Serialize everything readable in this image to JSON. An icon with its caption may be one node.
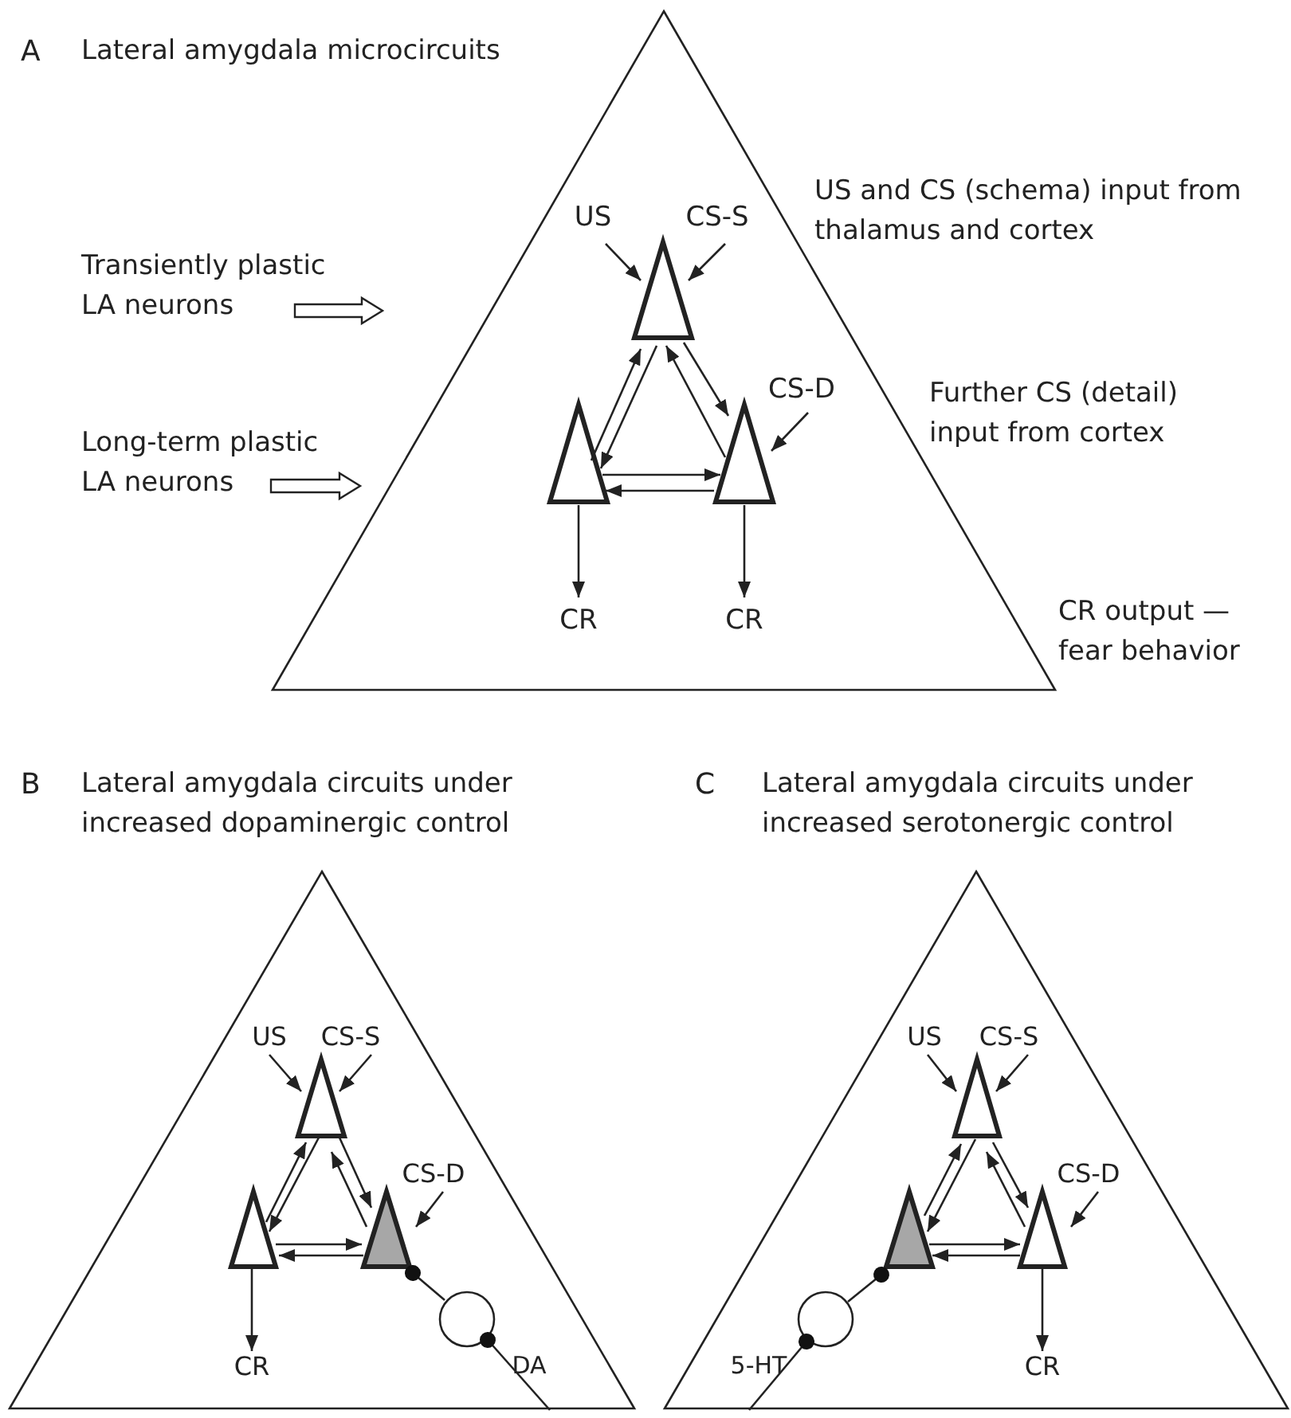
{
  "diagram": {
    "nodes": [
      {
        "text": [],
        "shape": "triangle"
      },
      {
        "text": [
          "Transiently plastic LA neurons"
        ]
      },
      {
        "text": [
          "Long-term plastic LA neurons"
        ]
      },
      {
        "text": [
          "US"
        ],
        "in": 0
      },
      {
        "text": [
          "CS-S"
        ],
        "in": 0
      },
      {
        "text": [],
        "shape": "triangle",
        "in": 0
      },
      {
        "text": [
          "CS-D"
        ],
        "in": 0
      },
      {
        "text": [],
        "shape": "triangle",
        "in": 0
      },
      {
        "text": [],
        "shape": "triangle",
        "in": 0
      },
      {
        "text": [
          "CR"
        ],
        "in": 0
      },
      {
        "text": [
          "CR"
        ],
        "in": 0
      },
      {
        "text": [],
        "shape": "triangle"
      },
      {
        "text": [
          "US"
        ],
        "in": 11
      },
      {
        "text": [
          "CS-S"
        ],
        "in": 11
      },
      {
        "text": [],
        "shape": "triangle",
        "in": 11
      },
      {
        "text": [
          "CS-D"
        ],
        "in": 11
      },
      {
        "text": [],
        "shape": "triangle",
        "in": 11
      },
      {
        "text": [],
        "shape": "triangle",
        "in": 11
      },
      {
        "text": [],
        "shape": "circle",
        "in": 11,
        "beside": [
          "DA"
        ]
      },
      {
        "text": [
          "CR"
        ],
        "in": 11
      },
      {
        "text": [],
        "shape": "triangle"
      },
      {
        "text": [
          "US"
        ],
        "in": 20
      },
      {
        "text": [
          "CS-S"
        ],
        "in": 20
      },
      {
        "text": [],
        "shape": "triangle",
        "in": 20
      },
      {
        "text": [
          "CS-D"
        ],
        "in": 20
      },
      {
        "text": [],
        "shape": "triangle",
        "in": 20
      },
      {
        "text": [],
        "shape": "triangle",
        "in": 20
      },
      {
        "text": [],
        "shape": "circle",
        "in": 20,
        "beside": [
          "5-HT"
        ]
      },
      {
        "text": [
          "CR"
        ],
        "in": 20
      }
    ],
    "edges": [
      {
        "from": 1,
        "to": null,
        "arrow": "to",
        "style": "thick"
      },
      {
        "from": 2,
        "to": null,
        "arrow": "to",
        "style": "thick"
      },
      {
        "from": 3,
        "to": 5,
        "arrow": "to"
      },
      {
        "from": 4,
        "to": 5,
        "arrow": "to"
      },
      {
        "from": 6,
        "to": 8,
        "arrow": "to"
      },
      {
        "from": 7,
        "to": 5,
        "arrow": "to"
      },
      {
        "from": 5,
        "to": 7,
        "arrow": "to"
      },
      {
        "from": 5,
        "to": 8,
        "arrow": "to"
      },
      {
        "from": 8,
        "to": 5,
        "arrow": "to"
      },
      {
        "from": 7,
        "to": 8,
        "arrow": "to"
      },
      {
        "from": 8,
        "to": 7,
        "arrow": "to"
      },
      {
        "from": 7,
        "to": 9,
        "arrow": "to"
      },
      {
        "from": 8,
        "to": 10,
        "arrow": "to"
      },
      {
        "from": 12,
        "to": 14,
        "arrow": "to"
      },
      {
        "from": 13,
        "to": 14,
        "arrow": "to"
      },
      {
        "from": 15,
        "to": 17,
        "arrow": "to"
      },
      {
        "from": 16,
        "to": 14,
        "arrow": "to"
      },
      {
        "from": 14,
        "to": 16,
        "arrow": "to"
      },
      {
        "from": 14,
        "to": 17,
        "arrow": "to"
      },
      {
        "from": 17,
        "to": 14,
        "arrow": "to"
      },
      {
        "from": 16,
        "to": 17,
        "arrow": "to"
      },
      {
        "from": 17,
        "to": 16,
        "arrow": "to"
      },
      {
        "from": 16,
        "to": 19,
        "arrow": "to"
      },
      {
        "from": null,
        "to": 18,
        "arrow": "other"
      },
      {
        "from": 18,
        "to": 17,
        "arrow": "other"
      },
      {
        "from": 21,
        "to": 23,
        "arrow": "to"
      },
      {
        "from": 22,
        "to": 23,
        "arrow": "to"
      },
      {
        "from": 24,
        "to": 26,
        "arrow": "to"
      },
      {
        "from": 25,
        "to": 23,
        "arrow": "to"
      },
      {
        "from": 23,
        "to": 25,
        "arrow": "to"
      },
      {
        "from": 23,
        "to": 26,
        "arrow": "to"
      },
      {
        "from": 26,
        "to": 23,
        "arrow": "to"
      },
      {
        "from": 25,
        "to": 26,
        "arrow": "to"
      },
      {
        "from": 26,
        "to": 25,
        "arrow": "to"
      },
      {
        "from": 26,
        "to": 28,
        "arrow": "to"
      },
      {
        "from": null,
        "to": 27,
        "arrow": "other"
      },
      {
        "from": 27,
        "to": 25,
        "arrow": "other"
      }
    ],
    "labels": [
      "A",
      "Lateral amygdala microcircuits",
      "US and CS (schema) input from thalamus and cortex",
      "Further CS (detail) input from cortex",
      "CR output — fear behavior",
      "B",
      "Lateral amygdala circuits under increased dopaminergic control",
      "C",
      "Lateral amygdala circuits under increased serotonergic control"
    ]
  }
}
